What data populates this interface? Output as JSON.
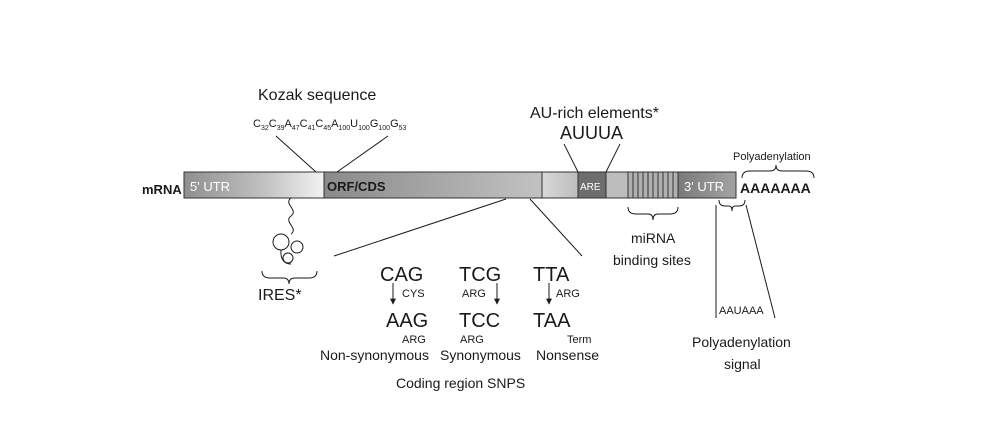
{
  "diagram": {
    "mrna_label": "mRNA",
    "utr5_label": "5' UTR",
    "orf_label": "ORF/CDS",
    "are_label": "ARE",
    "utr3_label": "3' UTR",
    "polya_tail": "AAAAAAA",
    "polyadenylation_label": "Polyadenylation",
    "kozak": {
      "title": "Kozak sequence",
      "sequence": [
        {
          "base": "C",
          "sub": "32"
        },
        {
          "base": "C",
          "sub": "39"
        },
        {
          "base": "A",
          "sub": "47"
        },
        {
          "base": "C",
          "sub": "41"
        },
        {
          "base": "C",
          "sub": "45"
        },
        {
          "base": "A",
          "sub": "100"
        },
        {
          "base": "U",
          "sub": "100"
        },
        {
          "base": "G",
          "sub": "100"
        },
        {
          "base": "G",
          "sub": "53"
        }
      ]
    },
    "au_rich": {
      "title": "AU-rich elements*",
      "motif": "AUUUA"
    },
    "ires_label": "IRES*",
    "mirna": {
      "line1": "miRNA",
      "line2": "binding sites"
    },
    "polyadenylation_signal": {
      "sequence": "AAUAAA",
      "line1": "Polyadenylation",
      "line2": "signal"
    },
    "snps": {
      "caption": "Coding region SNPS",
      "examples": [
        {
          "from": "CAG",
          "from_aa": "CYS",
          "to": "AAG",
          "to_aa": "ARG",
          "type": "Non-synonymous"
        },
        {
          "from": "TCG",
          "from_aa": "ARG",
          "to": "TCC",
          "to_aa": "ARG",
          "type": "Synonymous"
        },
        {
          "from": "TTA",
          "from_aa": "ARG",
          "to": "TAA",
          "to_aa": "Term",
          "type": "Nonsense"
        }
      ]
    }
  }
}
